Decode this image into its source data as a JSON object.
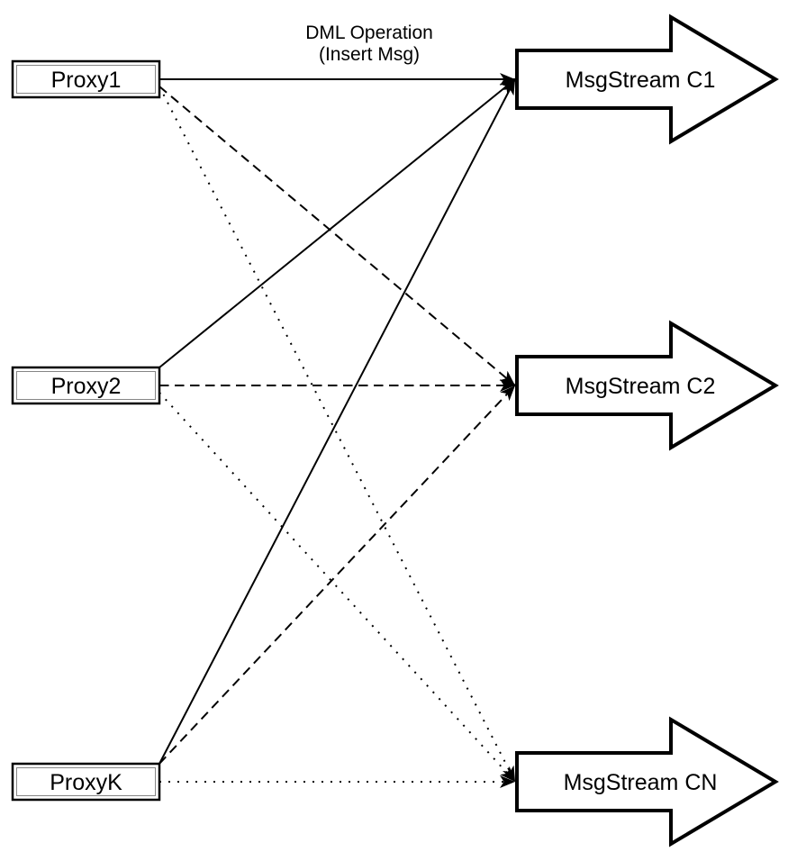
{
  "diagram": {
    "annotation": {
      "line1": "DML Operation",
      "line2": "(Insert Msg)"
    },
    "proxies": [
      {
        "id": "proxy1",
        "label": "Proxy1"
      },
      {
        "id": "proxy2",
        "label": "Proxy2"
      },
      {
        "id": "proxyk",
        "label": "ProxyK"
      }
    ],
    "streams": [
      {
        "id": "c1",
        "label": "MsgStream C1"
      },
      {
        "id": "c2",
        "label": "MsgStream C2"
      },
      {
        "id": "cn",
        "label": "MsgStream CN"
      }
    ],
    "connections": [
      {
        "from": "proxy1",
        "to": "c1",
        "style": "solid"
      },
      {
        "from": "proxy1",
        "to": "c2",
        "style": "dashed"
      },
      {
        "from": "proxy1",
        "to": "cn",
        "style": "dotted"
      },
      {
        "from": "proxy2",
        "to": "c1",
        "style": "solid"
      },
      {
        "from": "proxy2",
        "to": "c2",
        "style": "dashed"
      },
      {
        "from": "proxy2",
        "to": "cn",
        "style": "dotted"
      },
      {
        "from": "proxyk",
        "to": "c1",
        "style": "solid"
      },
      {
        "from": "proxyk",
        "to": "c2",
        "style": "dashed"
      },
      {
        "from": "proxyk",
        "to": "cn",
        "style": "dotted"
      }
    ],
    "legend": {
      "solid_meaning": "to MsgStream C1",
      "dashed_meaning": "to MsgStream C2",
      "dotted_meaning": "to MsgStream CN"
    },
    "colors": {
      "stroke": "#000000",
      "fill": "#ffffff",
      "inner_border": "#868686"
    }
  }
}
